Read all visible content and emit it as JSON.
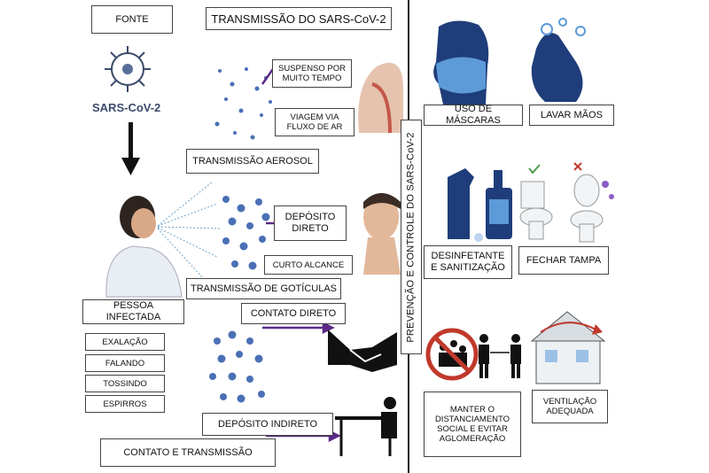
{
  "left": {
    "source_label": "FONTE",
    "title": "TRANSMISSÃO DO SARS-CoV-2",
    "virus_label": "SARS-CoV-2",
    "suspended": "SUSPENSO POR MUITO TEMPO",
    "airflow": "VIAGEM VIA FLUXO DE AR",
    "aerosol": "TRANSMISSÃO AEROSOL",
    "direct_deposit": "DEPÓSITO DIRETO",
    "short_range": "CURTO ALCANCE",
    "droplet": "TRANSMISSÃO DE GOTÍCULAS",
    "infected": "PESSOA INFECTADA",
    "direct_contact": "CONTATO DIRETO",
    "actions": [
      "EXALAÇÃO",
      "FALANDO",
      "TOSSINDO",
      "ESPIRROS"
    ],
    "indirect_deposit": "DEPÓSITO INDIRETO",
    "contact_transmission": "CONTATO E TRANSMISSÃO"
  },
  "right": {
    "vertical_title": "PREVENÇÃO E CONTROLE DO SARS-CoV-2",
    "masks": "USO DE MÁSCARAS",
    "hands": "LAVAR MÃOS",
    "sanitize": "DESINFETANTE E SANITIZAÇÃO",
    "lid": "FECHAR TAMPA",
    "distance": "MANTER O DISTANCIAMENTO SOCIAL E EVITAR AGLOMERAÇÃO",
    "ventilation": "VENTILAÇÃO ADEQUADA"
  },
  "colors": {
    "dot": "#4a6fb5",
    "arrow": "#5b2a86",
    "navy": "#1f3d7a"
  }
}
